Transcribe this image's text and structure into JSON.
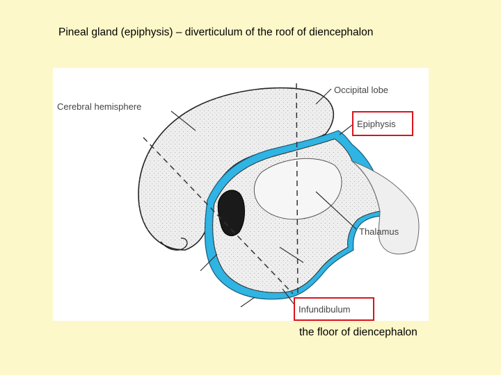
{
  "title": "Pineal gland (epiphysis) – diverticulum of the roof of  diencephalon",
  "labels": {
    "cerebral_hemisphere": "Cerebral hemisphere",
    "occipital_lobe": "Occipital lobe",
    "epiphysis": "Epiphysis",
    "thalamus": "Thalamus",
    "infundibulum": "Infundibulum"
  },
  "caption": "the floor of diencephalon",
  "colors": {
    "background": "#fdf8c9",
    "ventricle_blue": "#2fb4e3",
    "highlight_box": "#d8141c"
  }
}
